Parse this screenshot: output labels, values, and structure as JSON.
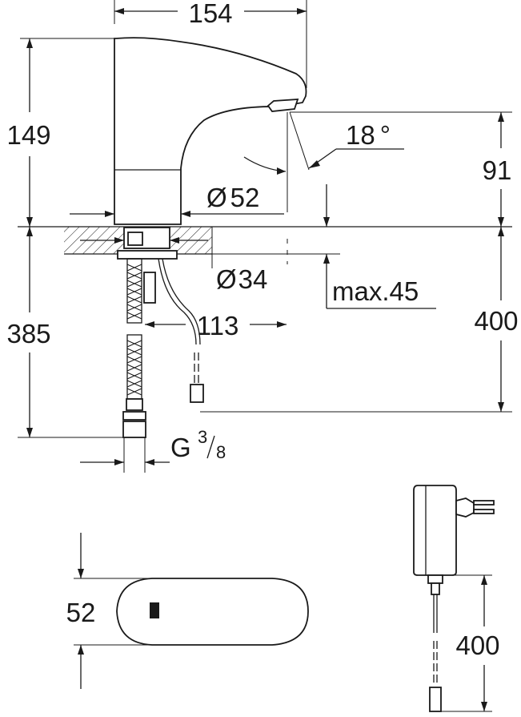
{
  "dimensions": {
    "width_top": "154",
    "height_spout": "149",
    "height_outlet": "91",
    "angle": "18",
    "angle_unit": "°",
    "diameter_base": "52",
    "diameter_hole": "34",
    "diameter_symbol": "Ø",
    "max_thickness": "max.45",
    "cable_length_tap": "400",
    "hose_length": "385",
    "offset_113": "113",
    "thread_G": "G",
    "thread_num": "3",
    "thread_den": "8",
    "plan_width": "52",
    "adapter_cable": "400"
  }
}
